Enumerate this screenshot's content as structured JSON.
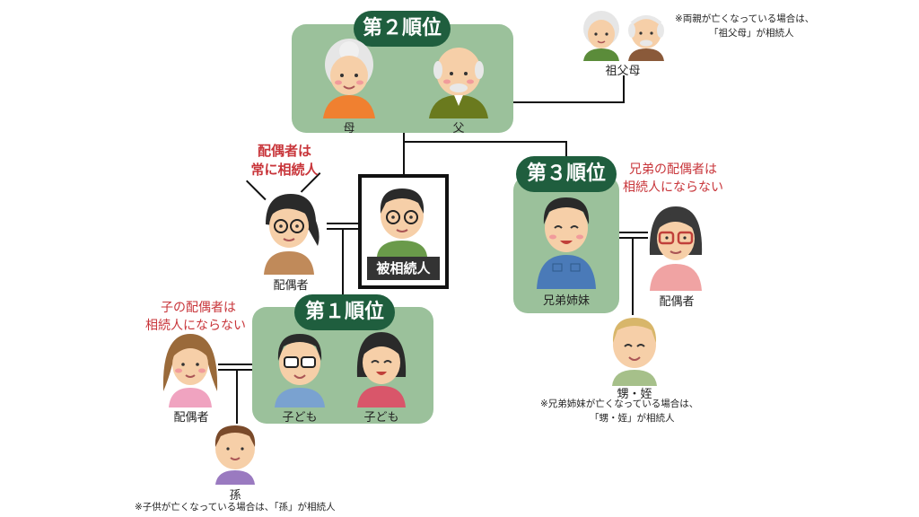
{
  "rank2": {
    "badge": "第２順位",
    "mother": "母",
    "father": "父"
  },
  "grandparents": {
    "label": "祖父母",
    "note_line1": "※両親が亡くなっている場合は、",
    "note_line2": "「祖父母」が相続人"
  },
  "spouse": {
    "callout_line1": "配偶者は",
    "callout_line2": "常に相続人",
    "label": "配偶者"
  },
  "decedent": {
    "label": "被相続人"
  },
  "rank3": {
    "badge": "第３順位",
    "siblings_label": "兄弟姉妹",
    "callout_line1": "兄弟の配偶者は",
    "callout_line2": "相続人にならない",
    "spouse_label": "配偶者",
    "nephew_label": "甥・姪",
    "note_line1": "※兄弟姉妹が亡くなっている場合は、",
    "note_line2": "「甥・姪」が相続人"
  },
  "rank1": {
    "badge": "第１順位",
    "child1": "子ども",
    "child2": "子ども",
    "callout_line1": "子の配偶者は",
    "callout_line2": "相続人にならない",
    "spouse_label": "配偶者",
    "grandchild_label": "孫",
    "note": "※子供が亡くなっている場合は、「孫」が相続人"
  }
}
